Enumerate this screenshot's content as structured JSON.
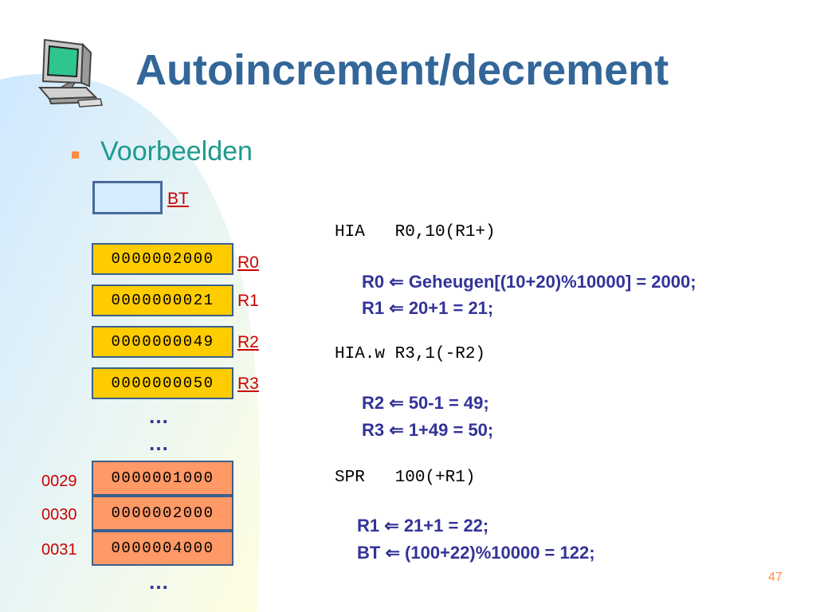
{
  "slide": {
    "title": "Autoincrement/decrement",
    "bullet": "Voorbeelden",
    "page_number": "47"
  },
  "bt": {
    "label": "BT",
    "value": ""
  },
  "registers": [
    {
      "label": "R0",
      "value": "0000002000"
    },
    {
      "label": "R1",
      "value": "0000000021"
    },
    {
      "label": "R2",
      "value": "0000000049"
    },
    {
      "label": "R3",
      "value": "0000000050"
    }
  ],
  "ellipsis": "…",
  "memory": [
    {
      "address": "0029",
      "value": "0000001000"
    },
    {
      "address": "0030",
      "value": "0000002000"
    },
    {
      "address": "0031",
      "value": "0000004000"
    }
  ],
  "examples": [
    {
      "instruction": "HIA   R0,10(R1+)",
      "lines": [
        {
          "target": "R0",
          "arrow": "⇐",
          "expr": "Geheugen[(10+20)%10000] = 2000;"
        },
        {
          "target": "R1",
          "arrow": "⇐",
          "expr": "20+1 = 21;"
        }
      ]
    },
    {
      "instruction": "HIA.w R3,1(-R2)",
      "lines": [
        {
          "target": "R2",
          "arrow": "⇐",
          "expr": "50-1 = 49;"
        },
        {
          "target": "R3",
          "arrow": "⇐",
          "expr": "1+49 = 50;"
        }
      ]
    },
    {
      "instruction": "SPR   100(+R1)",
      "lines": [
        {
          "target": "R1",
          "arrow": "⇐",
          "expr": "21+1 = 22;"
        },
        {
          "target": "BT",
          "arrow": "⇐",
          "expr": "(100+22)%10000 = 122;"
        }
      ]
    }
  ],
  "colors": {
    "title": "#336699",
    "bullet_text": "#1e9a8e",
    "register_fill": "#ffcc00",
    "memory_fill": "#ff9966",
    "label_red": "#cc0000",
    "explanation": "#333399",
    "background_curve": "#d8eeff"
  }
}
